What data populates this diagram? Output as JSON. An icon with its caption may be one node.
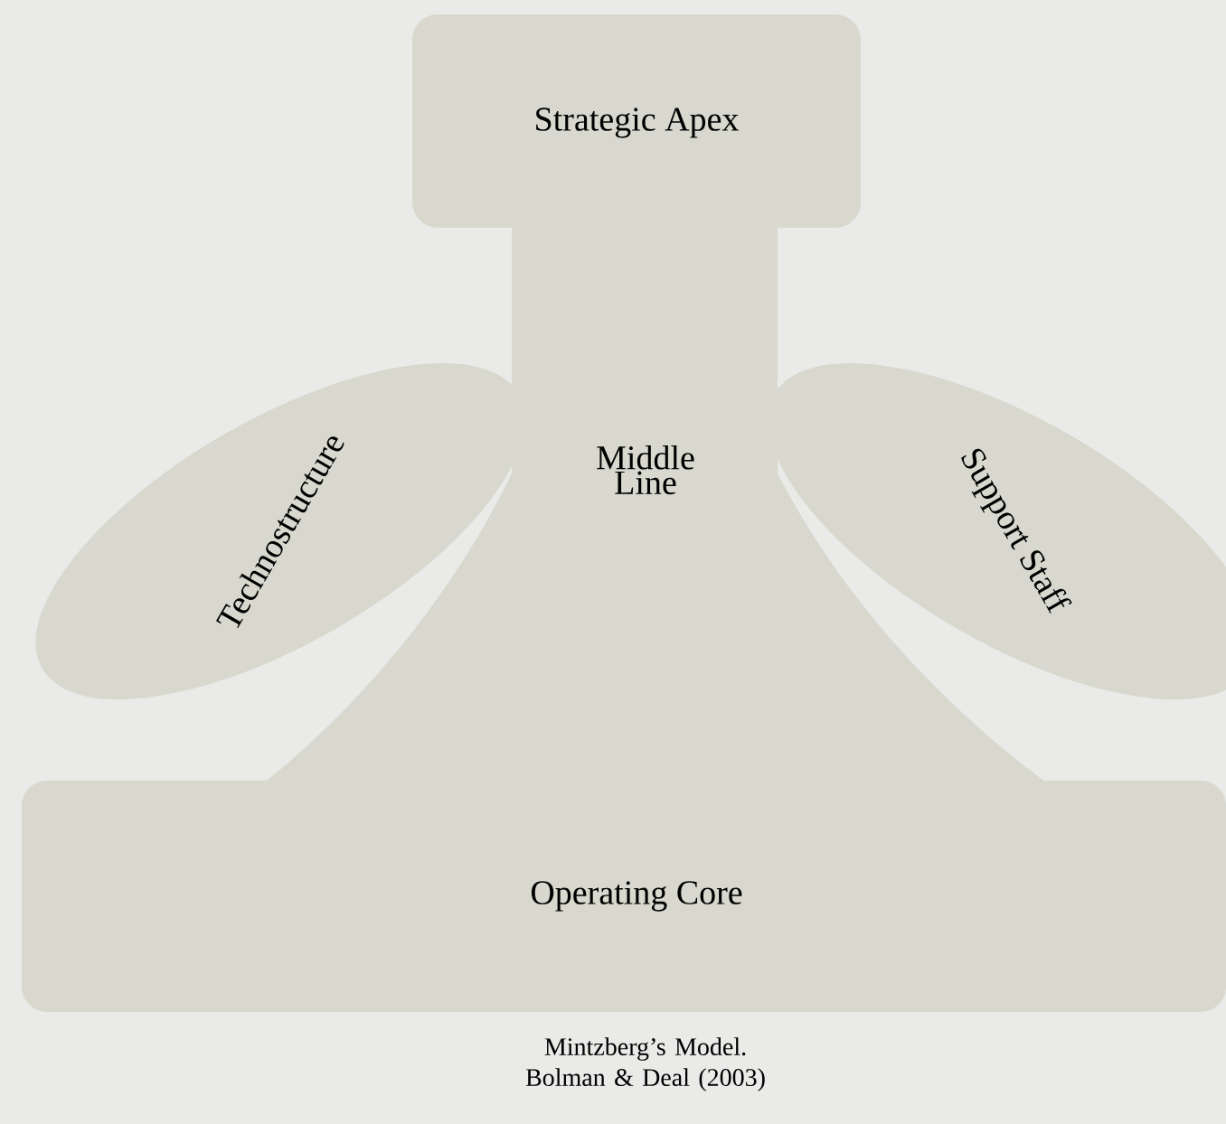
{
  "diagram": {
    "caption": "Mintzberg’s Model. Bolman & Deal (2003)",
    "nodes": [
      {
        "text": [
          "Strategic Apex"
        ]
      },
      {
        "text": [
          "Middle Line"
        ]
      },
      {
        "text": [
          "Technostructure"
        ]
      },
      {
        "text": [
          "Support Staff"
        ]
      },
      {
        "text": [
          "Operating Core"
        ]
      }
    ],
    "edges": []
  }
}
